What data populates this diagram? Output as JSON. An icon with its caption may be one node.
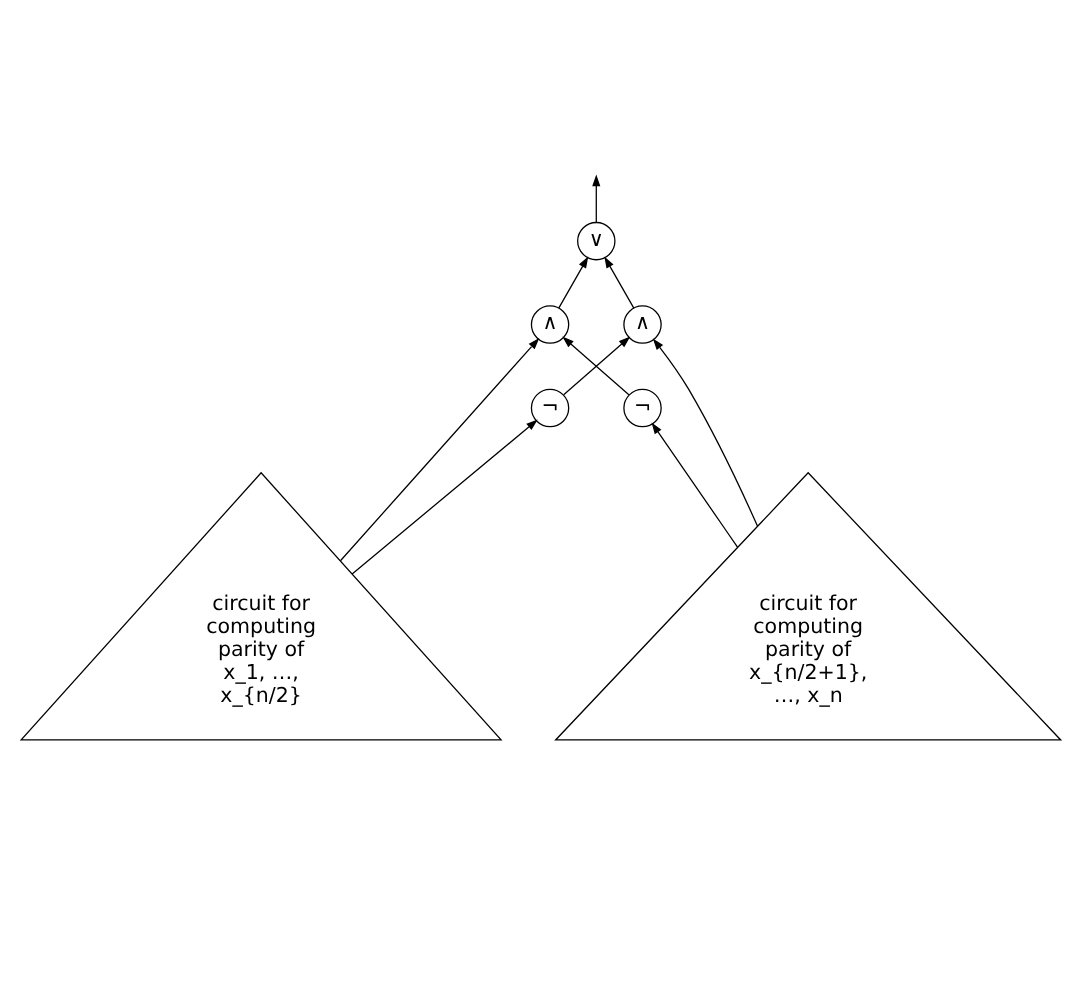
{
  "diagram": {
    "nodes": [
      {
        "text": [
          "∨"
        ]
      },
      {
        "text": [
          "∧"
        ]
      },
      {
        "text": [
          "∧"
        ]
      },
      {
        "text": [
          "¬"
        ]
      },
      {
        "text": [
          "¬"
        ]
      },
      {
        "text": [
          "circuit for computing parity of",
          "x_1, …, x_{n/2}"
        ]
      },
      {
        "text": [
          "circuit for computing parity of",
          "x_{n/2+1}, …, x_n"
        ]
      }
    ],
    "edges": [
      {
        "from": 0,
        "to": null,
        "arrow": "to"
      },
      {
        "from": 1,
        "to": 0,
        "arrow": "to"
      },
      {
        "from": 2,
        "to": 0,
        "arrow": "to"
      },
      {
        "from": 3,
        "to": 2,
        "arrow": "to"
      },
      {
        "from": 4,
        "to": 1,
        "arrow": "to"
      },
      {
        "from": 5,
        "to": 1,
        "arrow": "to"
      },
      {
        "from": 5,
        "to": 3,
        "arrow": "to"
      },
      {
        "from": 6,
        "to": 2,
        "arrow": "to"
      },
      {
        "from": 6,
        "to": 4,
        "arrow": "to"
      }
    ]
  }
}
